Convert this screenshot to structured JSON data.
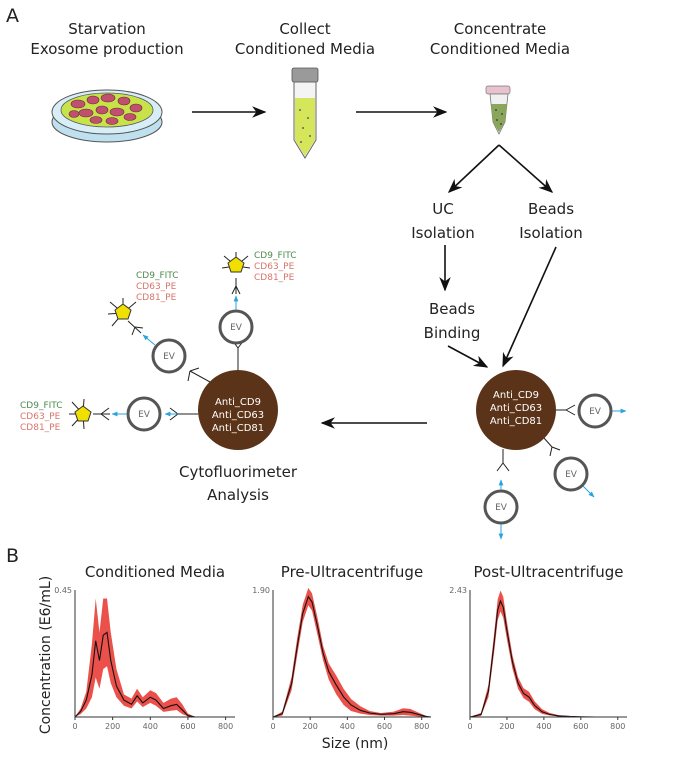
{
  "panel_a": {
    "label": "A",
    "step1": [
      "Starvation",
      "Exosome production"
    ],
    "step2": [
      "Collect",
      "Conditioned Media"
    ],
    "step3": [
      "Concentrate",
      "Conditioned Media"
    ],
    "uc": [
      "UC",
      "Isolation"
    ],
    "beads_iso": [
      "Beads",
      "Isolation"
    ],
    "beads_bind": [
      "Beads",
      "Binding"
    ],
    "bead_right": [
      "Anti_CD9",
      "Anti_CD63",
      "Anti_CD81"
    ],
    "bead_left": [
      "Anti_CD9",
      "Anti_CD63",
      "Anti_CD81"
    ],
    "ev_label": "EV",
    "markers": [
      "CD9_FITC",
      "CD63_PE",
      "CD81_PE"
    ],
    "cyto": [
      "Cytofluorimeter",
      "Analysis"
    ]
  },
  "panel_b": {
    "label": "B"
  },
  "colors": {
    "bead": "#5b3318",
    "fitc": "#4f8a4f",
    "pe": "#d9746a",
    "arrow_blue": "#2aa3de",
    "fluor": "#f0e000",
    "curve_fill": "#e8322a",
    "curve_line": "#111111"
  },
  "chart_data": [
    {
      "type": "area",
      "title": "Conditioned Media",
      "ylabel": "Concentration (E6/mL)",
      "xlabel": "Size (nm)",
      "xlim": [
        0,
        850
      ],
      "ylim": [
        0,
        0.45
      ],
      "yticks": [
        "0.45"
      ],
      "xticks": [
        "0",
        "200",
        "400",
        "600",
        "800"
      ],
      "x": [
        0,
        30,
        60,
        90,
        110,
        130,
        150,
        170,
        190,
        220,
        260,
        300,
        330,
        360,
        400,
        430,
        470,
        510,
        540,
        570,
        600,
        640
      ],
      "y": [
        0,
        0.02,
        0.06,
        0.15,
        0.27,
        0.2,
        0.29,
        0.3,
        0.2,
        0.11,
        0.06,
        0.045,
        0.075,
        0.05,
        0.07,
        0.06,
        0.03,
        0.04,
        0.045,
        0.025,
        0.005,
        0
      ],
      "upper": [
        0,
        0.03,
        0.09,
        0.26,
        0.42,
        0.3,
        0.42,
        0.42,
        0.3,
        0.17,
        0.08,
        0.065,
        0.1,
        0.07,
        0.095,
        0.085,
        0.05,
        0.065,
        0.07,
        0.045,
        0.012,
        0
      ],
      "lower": [
        0,
        0.01,
        0.03,
        0.07,
        0.14,
        0.1,
        0.17,
        0.18,
        0.12,
        0.07,
        0.04,
        0.03,
        0.055,
        0.035,
        0.05,
        0.04,
        0.018,
        0.022,
        0.025,
        0.01,
        0.002,
        0
      ]
    },
    {
      "type": "area",
      "title": "Pre-Ultracentrifuge",
      "xlim": [
        0,
        850
      ],
      "ylim": [
        0,
        1.9
      ],
      "yticks": [
        "1.90"
      ],
      "xticks": [
        "0",
        "200",
        "400",
        "600",
        "800"
      ],
      "x": [
        0,
        50,
        100,
        130,
        160,
        190,
        210,
        240,
        270,
        300,
        340,
        380,
        420,
        470,
        520,
        580,
        650,
        700,
        740,
        780,
        820,
        850
      ],
      "y": [
        0,
        0.05,
        0.5,
        1.05,
        1.55,
        1.8,
        1.72,
        1.35,
        0.95,
        0.68,
        0.48,
        0.3,
        0.18,
        0.1,
        0.06,
        0.04,
        0.05,
        0.08,
        0.07,
        0.04,
        0.01,
        0
      ],
      "upper": [
        0,
        0.08,
        0.6,
        1.18,
        1.68,
        1.93,
        1.85,
        1.48,
        1.06,
        0.8,
        0.62,
        0.42,
        0.27,
        0.16,
        0.09,
        0.06,
        0.08,
        0.13,
        0.12,
        0.07,
        0.02,
        0
      ],
      "lower": [
        0,
        0.02,
        0.4,
        0.92,
        1.42,
        1.67,
        1.59,
        1.22,
        0.84,
        0.56,
        0.34,
        0.18,
        0.09,
        0.05,
        0.03,
        0.02,
        0.02,
        0.03,
        0.02,
        0.01,
        0,
        0
      ]
    },
    {
      "type": "area",
      "title": "Post-Ultracentrifuge",
      "xlim": [
        0,
        850
      ],
      "ylim": [
        0,
        2.43
      ],
      "yticks": [
        "2.43"
      ],
      "xticks": [
        "0",
        "200",
        "400",
        "600",
        "800"
      ],
      "x": [
        0,
        60,
        100,
        130,
        150,
        165,
        180,
        200,
        230,
        260,
        290,
        320,
        350,
        390,
        430,
        480,
        540,
        600,
        680,
        850
      ],
      "y": [
        0,
        0.05,
        0.5,
        1.4,
        2.05,
        2.22,
        2.1,
        1.65,
        1.05,
        0.65,
        0.45,
        0.38,
        0.22,
        0.1,
        0.05,
        0.02,
        0.01,
        0.005,
        0,
        0
      ],
      "upper": [
        0,
        0.08,
        0.62,
        1.58,
        2.25,
        2.42,
        2.3,
        1.82,
        1.18,
        0.76,
        0.55,
        0.48,
        0.3,
        0.15,
        0.08,
        0.035,
        0.02,
        0.01,
        0,
        0
      ],
      "lower": [
        0,
        0.02,
        0.38,
        1.22,
        1.85,
        2.02,
        1.9,
        1.48,
        0.92,
        0.54,
        0.36,
        0.29,
        0.15,
        0.06,
        0.03,
        0.01,
        0.005,
        0,
        0,
        0
      ]
    }
  ]
}
